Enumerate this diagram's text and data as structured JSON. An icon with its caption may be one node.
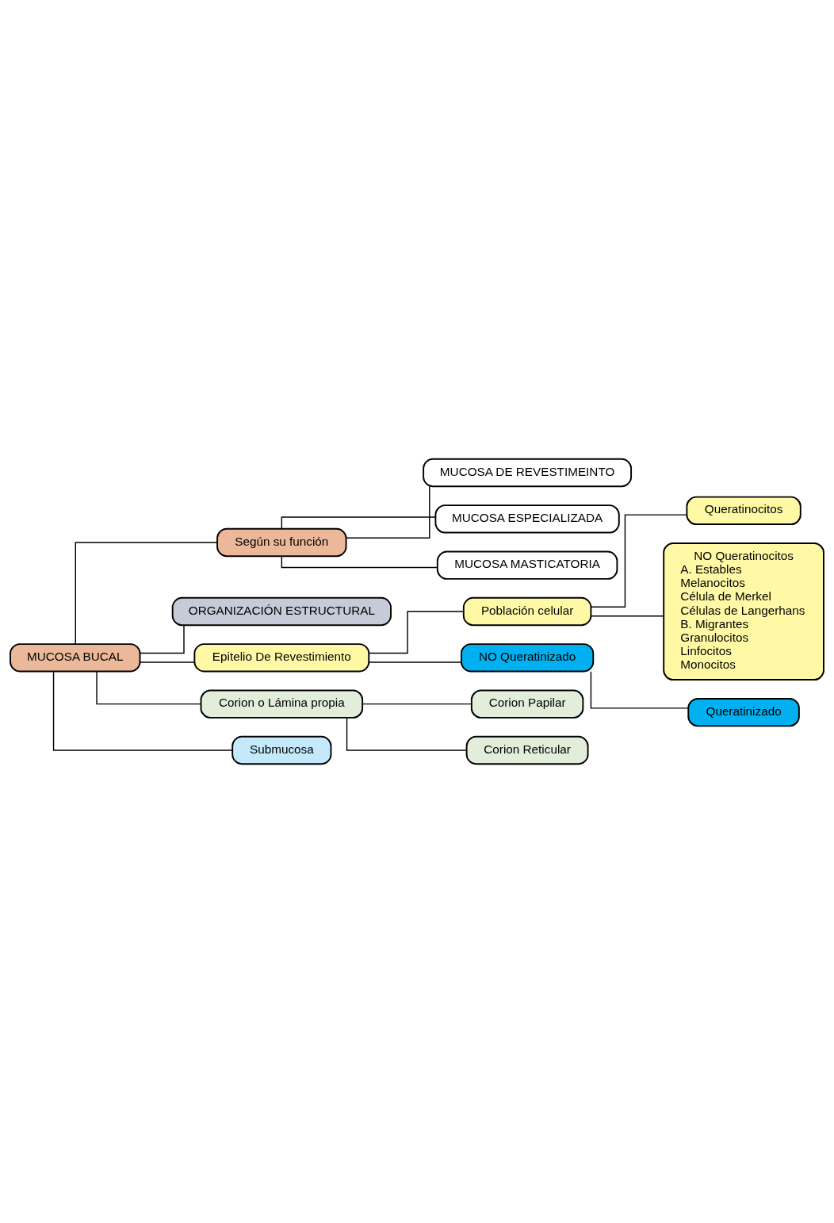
{
  "diagram": {
    "nodes": [
      {
        "text": [
          "MUCOSA BUCAL"
        ]
      },
      {
        "text": [
          "Según su función"
        ]
      },
      {
        "text": [
          "MUCOSA DE REVESTIMEINTO"
        ]
      },
      {
        "text": [
          "MUCOSA ESPECIALIZADA"
        ]
      },
      {
        "text": [
          "MUCOSA MASTICATORIA"
        ]
      },
      {
        "text": [
          "ORGANIZACIÓN ESTRUCTURAL"
        ]
      },
      {
        "text": [
          "Epitelio De Revestimiento"
        ]
      },
      {
        "text": [
          "Población celular"
        ]
      },
      {
        "text": [
          "Queratinocitos"
        ]
      },
      {
        "text": [
          "NO Queratinocitos",
          "A. Estables",
          "Melanocitos",
          "Célula de Merkel",
          "Células de Langerhans",
          "B. Migrantes",
          "Granulocitos",
          "Linfocitos",
          "Monocitos"
        ]
      },
      {
        "text": [
          "NO Queratinizado"
        ]
      },
      {
        "text": [
          "Queratinizado"
        ]
      },
      {
        "text": [
          "Corion o Lámina propia"
        ]
      },
      {
        "text": [
          "Corion Papilar"
        ]
      },
      {
        "text": [
          "Corion Reticular"
        ]
      },
      {
        "text": [
          "Submucosa"
        ]
      }
    ],
    "edges": [
      {
        "from": 0,
        "to": 1,
        "arrow": "none"
      },
      {
        "from": 1,
        "to": 2,
        "arrow": "none"
      },
      {
        "from": 1,
        "to": 3,
        "arrow": "none"
      },
      {
        "from": 1,
        "to": 4,
        "arrow": "none"
      },
      {
        "from": 0,
        "to": 5,
        "arrow": "none"
      },
      {
        "from": 0,
        "to": 6,
        "arrow": "none"
      },
      {
        "from": 6,
        "to": 7,
        "arrow": "none"
      },
      {
        "from": 7,
        "to": 8,
        "arrow": "none"
      },
      {
        "from": 7,
        "to": 9,
        "arrow": "none"
      },
      {
        "from": 6,
        "to": 10,
        "arrow": "none"
      },
      {
        "from": 10,
        "to": 11,
        "arrow": "none"
      },
      {
        "from": 0,
        "to": 12,
        "arrow": "none"
      },
      {
        "from": 12,
        "to": 13,
        "arrow": "none"
      },
      {
        "from": 12,
        "to": 14,
        "arrow": "none"
      },
      {
        "from": 0,
        "to": 15,
        "arrow": "none"
      }
    ]
  }
}
